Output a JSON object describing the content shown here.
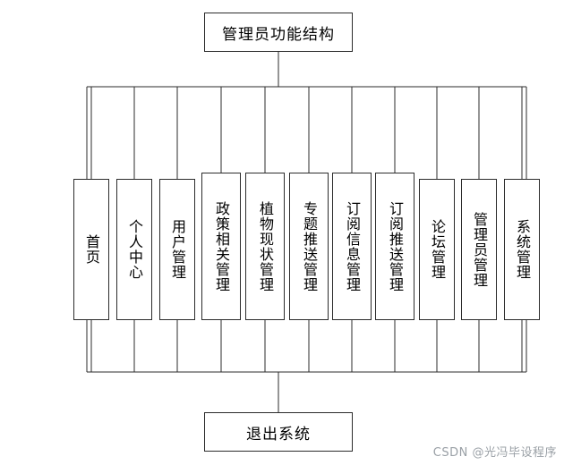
{
  "diagram": {
    "type": "tree",
    "title_node": {
      "label": "管理员功能结构"
    },
    "bottom_node": {
      "label": "退出系统"
    },
    "leaves": [
      {
        "label": "首页"
      },
      {
        "label": "个人中心"
      },
      {
        "label": "用户管理"
      },
      {
        "label": "政策相关管理"
      },
      {
        "label": "植物现状管理"
      },
      {
        "label": "专题推送管理"
      },
      {
        "label": "订阅信息管理"
      },
      {
        "label": "订阅推送管理"
      },
      {
        "label": "论坛管理"
      },
      {
        "label": "管理员管理"
      },
      {
        "label": "系统管理"
      }
    ],
    "line_color": "#2b2b2b",
    "background": "#ffffff"
  },
  "watermark": {
    "text": "CSDN @光冯毕设程序"
  }
}
